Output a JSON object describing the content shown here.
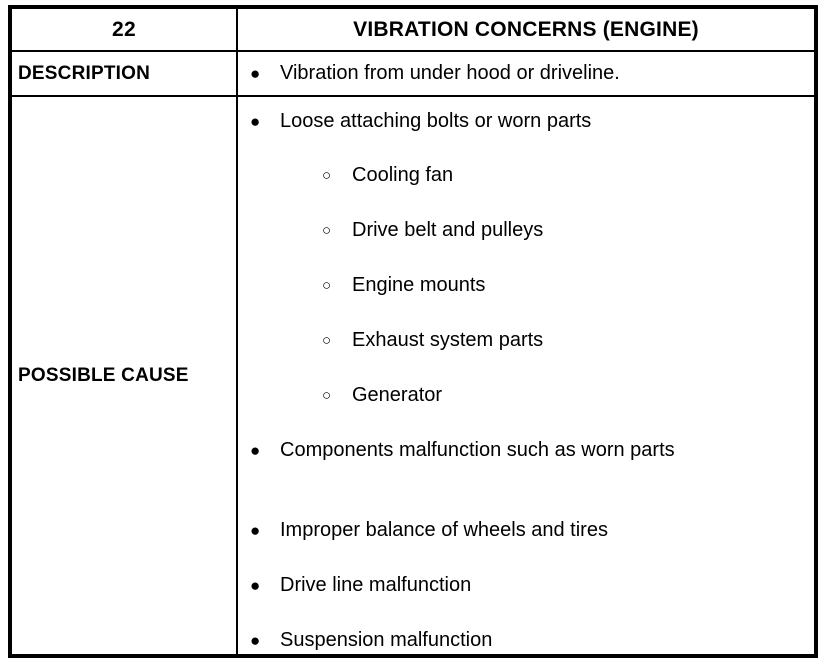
{
  "table": {
    "header": {
      "number": "22",
      "title": "VIBRATION CONCERNS (ENGINE)"
    },
    "rows": [
      {
        "label": "DESCRIPTION",
        "items": [
          {
            "bullet": "filled",
            "text": "Vibration from under hood or driveline."
          }
        ]
      },
      {
        "label": "POSSIBLE CAUSE",
        "items": [
          {
            "bullet": "filled",
            "text": "Loose attaching bolts or worn parts"
          },
          {
            "bullet": "hollow",
            "text": "Cooling fan"
          },
          {
            "bullet": "hollow",
            "text": "Drive belt and pulleys"
          },
          {
            "bullet": "hollow",
            "text": "Engine mounts"
          },
          {
            "bullet": "hollow",
            "text": "Exhaust system parts"
          },
          {
            "bullet": "hollow",
            "text": "Generator"
          },
          {
            "bullet": "filled",
            "text": "Components malfunction such as worn parts"
          },
          {
            "bullet": "filled",
            "text": "Improper balance of wheels and tires"
          },
          {
            "bullet": "filled",
            "text": "Drive line malfunction"
          },
          {
            "bullet": "filled",
            "text": "Suspension malfunction"
          }
        ]
      }
    ],
    "glyphs": {
      "filled": "●",
      "hollow": "○"
    },
    "colors": {
      "border": "#000000",
      "text": "#000000",
      "background": "#ffffff"
    }
  }
}
